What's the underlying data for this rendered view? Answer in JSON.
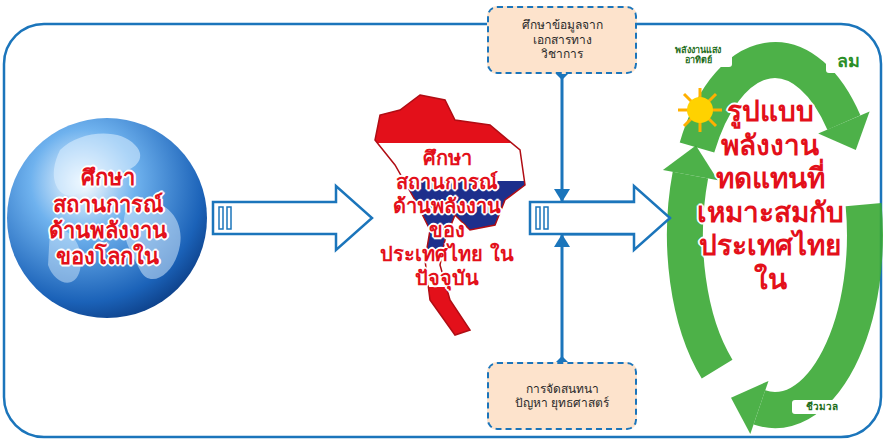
{
  "diagram": {
    "nodes": [
      {
        "text": [
          "ศึกษา สถานการณ์ ด้านพลังงาน ของโลกใน"
        ]
      },
      {
        "text": [
          "ศึกษา สถานการณ์ ด้านพลังงาน ของประเทศไทย ในปัจจุบัน"
        ]
      },
      {
        "text": [
          "ศึกษาข้อมูลจาก เอกสารทาง วิชาการ"
        ]
      },
      {
        "text": [
          "การจัดสนทนา ปัญหา ยุทธศาสตร์"
        ]
      },
      {
        "text": [
          "รูปแบบ พลังงาน ทดแทนที่ เหมาะสมกับ ประเทศไทยใน"
        ]
      }
    ],
    "edges": [
      {
        "from": 0,
        "to": 1,
        "arrow": "to"
      },
      {
        "from": 1,
        "to": 4,
        "arrow": "to"
      },
      {
        "from": 2,
        "to": 4,
        "arrow": "to"
      },
      {
        "from": 3,
        "to": 4,
        "arrow": "to"
      }
    ],
    "labels": [
      "พลังงานแสงอาทิตย์",
      "ลม",
      "ชีวมวล"
    ]
  }
}
